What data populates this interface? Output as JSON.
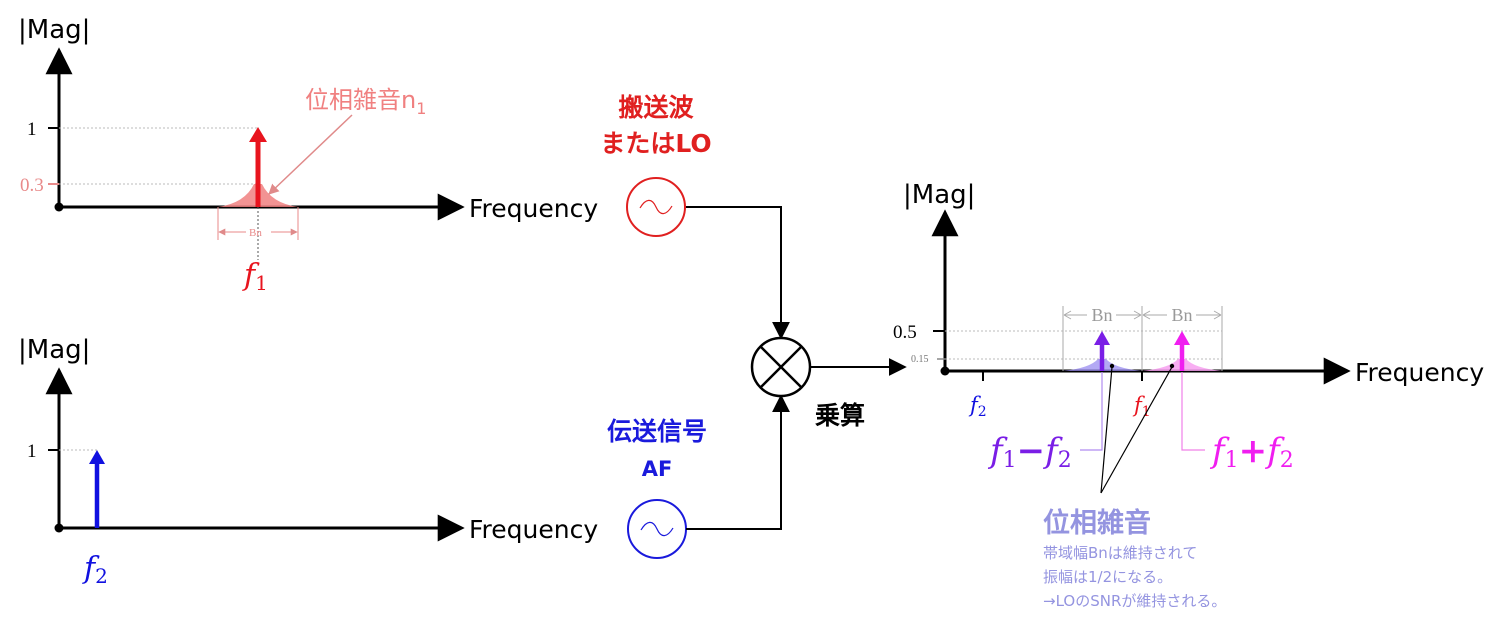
{
  "top_left_plot": {
    "y_axis_label": "|Mag|",
    "x_axis_label": "Frequency",
    "tick_1": "1",
    "tick_03": "0.3",
    "phase_noise_label": "位相雑音n",
    "phase_noise_sub": "1",
    "bn_label": "Bn",
    "carrier_label": "f",
    "carrier_sub": "1",
    "colors": {
      "carrier": "#e8141e",
      "noise": "#f08080"
    }
  },
  "bottom_left_plot": {
    "y_axis_label": "|Mag|",
    "x_axis_label": "Frequency",
    "tick_1": "1",
    "signal_label": "f",
    "signal_sub": "2",
    "colors": {
      "signal": "#1010e0"
    }
  },
  "carrier_source": {
    "line1": "搬送波",
    "line2": "またはLO",
    "color": "#e02020"
  },
  "signal_source": {
    "line1": "伝送信号",
    "line2": "AF",
    "color": "#1a1adc"
  },
  "mixer": {
    "label": "乗算"
  },
  "output_plot": {
    "y_axis_label": "|Mag|",
    "x_axis_label": "Frequency",
    "tick_05": "0.5",
    "tick_015": "0.15",
    "bn_left": "Bn",
    "bn_right": "Bn",
    "f2_tick": "f",
    "f2_tick_sub": "2",
    "f1_tick": "f",
    "f1_tick_sub": "1",
    "diff_label": {
      "a": "f",
      "a_sub": "1",
      "op": "−",
      "b": "f",
      "b_sub": "2"
    },
    "sum_label": {
      "a": "f",
      "a_sub": "1",
      "op": "+",
      "b": "f",
      "b_sub": "2"
    },
    "noise_title": "位相雑音",
    "noise_note_1": "帯域幅Bnは維持されて",
    "noise_note_2": "振幅は1/2になる。",
    "noise_note_3": "→LOのSNRが維持される。",
    "colors": {
      "diff": "#7a1ee6",
      "sum": "#f01ef0",
      "noise_text": "#9494e0"
    }
  }
}
